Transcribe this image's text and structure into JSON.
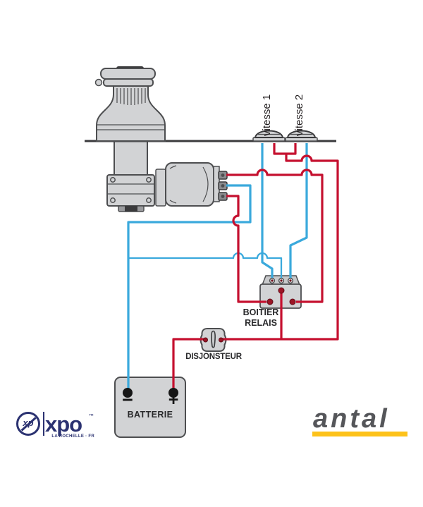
{
  "diagram": {
    "labels": {
      "switch1": "vitesse 1",
      "switch2": "vitesse 2",
      "relay_box_line1": "BOITIER",
      "relay_box_line2": "RELAIS",
      "breaker": "DISJONSTEUR",
      "battery": "BATTERIE",
      "battery_negative": "−",
      "battery_positive": "+"
    },
    "colors": {
      "positive_wire": "#c5102f",
      "negative_wire": "#3aa9dc",
      "component_fill": "#d2d3d5",
      "component_outline": "#4d4e50",
      "terminal_red": "#9c1626",
      "deck": "#3a3a3c"
    }
  },
  "logos": {
    "xpo": {
      "emblem_text": "xp",
      "wordmark": "xpo",
      "trademark": "™",
      "tagline": "LA ROCHELLE · FR",
      "color": "#2b3271"
    },
    "antal": {
      "wordmark": "antal",
      "color": "#55565a",
      "underline_color": "#fdc21a"
    }
  }
}
